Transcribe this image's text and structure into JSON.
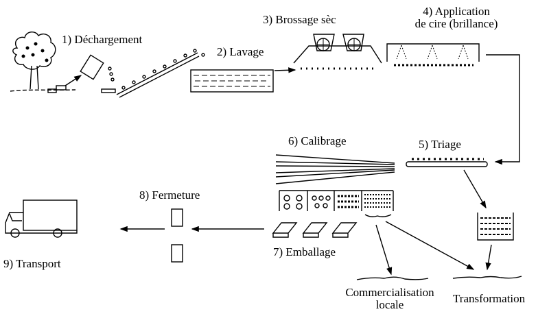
{
  "diagram": {
    "steps": {
      "s1": "1) Déchargement",
      "s2": "2) Lavage",
      "s3": "3) Brossage sèc",
      "s4a": "4) Application",
      "s4b": "de cire (brillance)",
      "s5": "5) Triage",
      "s6": "6) Calibrage",
      "s7": "7) Emballage",
      "s8": "8) Fermeture",
      "s9": "9) Transport"
    },
    "outputs": {
      "local_a": "Commercialisation",
      "local_b": "locale",
      "transformation": "Transformation"
    },
    "colors": {
      "ink": "#000000",
      "background": "#ffffff"
    }
  }
}
